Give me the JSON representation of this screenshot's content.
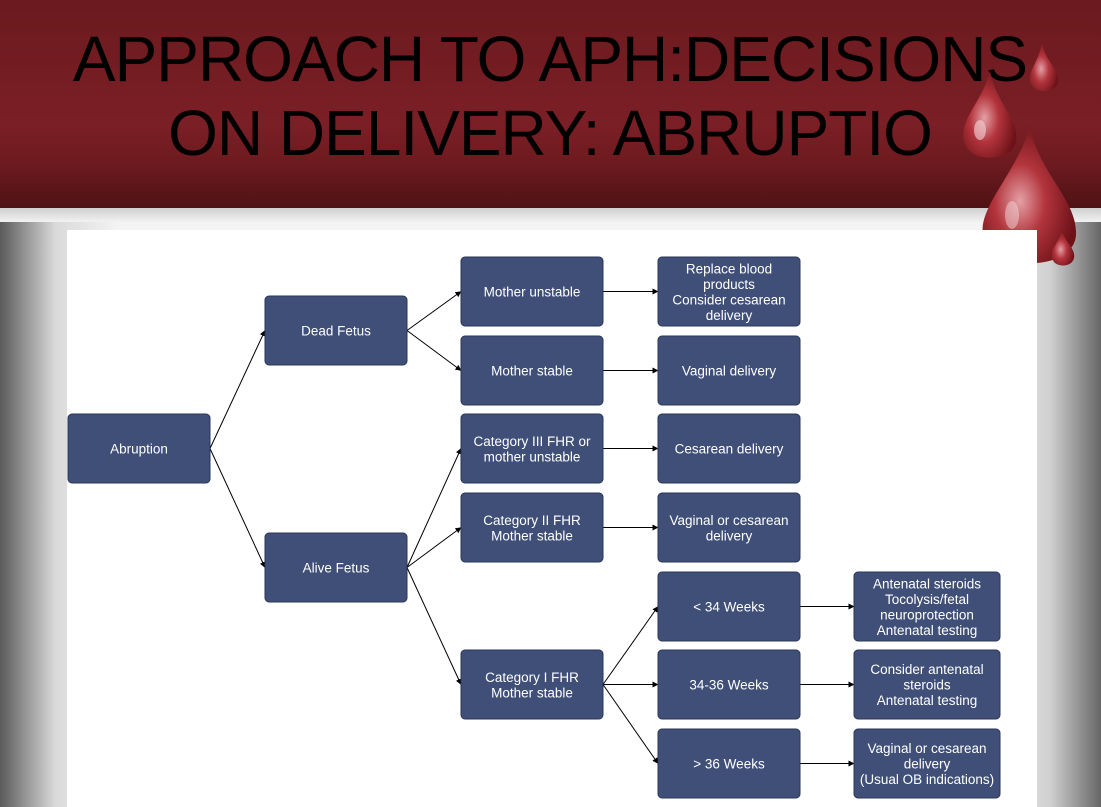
{
  "slide": {
    "title_line1": "APPROACH TO APH:DECISIONS",
    "title_line2": "ON DELIVERY: ABRUPTIO"
  },
  "colors": {
    "header_red": "#7a1f25",
    "node_fill": "#3f4f78",
    "node_text": "#ffffff",
    "drop_red": "#b3343d"
  },
  "decorations": {
    "drops_icon": "blood-drops-icon"
  },
  "diagram": {
    "nodes": [
      {
        "id": "abruption",
        "lines": [
          "Abruption"
        ]
      },
      {
        "id": "dead-fetus",
        "lines": [
          "Dead Fetus"
        ]
      },
      {
        "id": "alive-fetus",
        "lines": [
          "Alive Fetus"
        ]
      },
      {
        "id": "mother-unstable",
        "lines": [
          "Mother unstable"
        ]
      },
      {
        "id": "mother-stable",
        "lines": [
          "Mother stable"
        ]
      },
      {
        "id": "category-iii",
        "lines": [
          "Category  III FHR or",
          "mother unstable"
        ]
      },
      {
        "id": "category-ii",
        "lines": [
          "Category II FHR",
          "Mother stable"
        ]
      },
      {
        "id": "category-i",
        "lines": [
          "Category I FHR",
          "Mother stable"
        ]
      },
      {
        "id": "replace-blood",
        "lines": [
          "Replace blood",
          "products",
          "Consider cesarean",
          "delivery"
        ]
      },
      {
        "id": "vaginal-delivery",
        "lines": [
          "Vaginal delivery"
        ]
      },
      {
        "id": "cesarean-delivery",
        "lines": [
          "Cesarean delivery"
        ]
      },
      {
        "id": "vaginal-or-cesarean",
        "lines": [
          "Vaginal or cesarean",
          "delivery"
        ]
      },
      {
        "id": "lt-34-weeks",
        "lines": [
          "< 34 Weeks"
        ]
      },
      {
        "id": "34-36-weeks",
        "lines": [
          "34-36 Weeks"
        ]
      },
      {
        "id": "gt-36-weeks",
        "lines": [
          "> 36 Weeks"
        ]
      },
      {
        "id": "antenatal-steroids",
        "lines": [
          "Antenatal steroids",
          "Tocolysis/fetal",
          "neuroprotection",
          "Antenatal testing"
        ]
      },
      {
        "id": "consider-steroids",
        "lines": [
          "Consider antenatal",
          "steroids",
          "Antenatal testing"
        ]
      },
      {
        "id": "vaginal-or-cesarean-usual",
        "lines": [
          "Vaginal or cesarean",
          "delivery",
          "(Usual OB indications)"
        ]
      }
    ],
    "edges": [
      [
        "abruption",
        "dead-fetus"
      ],
      [
        "abruption",
        "alive-fetus"
      ],
      [
        "dead-fetus",
        "mother-unstable"
      ],
      [
        "dead-fetus",
        "mother-stable"
      ],
      [
        "alive-fetus",
        "category-iii"
      ],
      [
        "alive-fetus",
        "category-ii"
      ],
      [
        "alive-fetus",
        "category-i"
      ],
      [
        "mother-unstable",
        "replace-blood"
      ],
      [
        "mother-stable",
        "vaginal-delivery"
      ],
      [
        "category-iii",
        "cesarean-delivery"
      ],
      [
        "category-ii",
        "vaginal-or-cesarean"
      ],
      [
        "category-i",
        "lt-34-weeks"
      ],
      [
        "category-i",
        "34-36-weeks"
      ],
      [
        "category-i",
        "gt-36-weeks"
      ],
      [
        "lt-34-weeks",
        "antenatal-steroids"
      ],
      [
        "34-36-weeks",
        "consider-steroids"
      ],
      [
        "gt-36-weeks",
        "vaginal-or-cesarean-usual"
      ]
    ]
  }
}
